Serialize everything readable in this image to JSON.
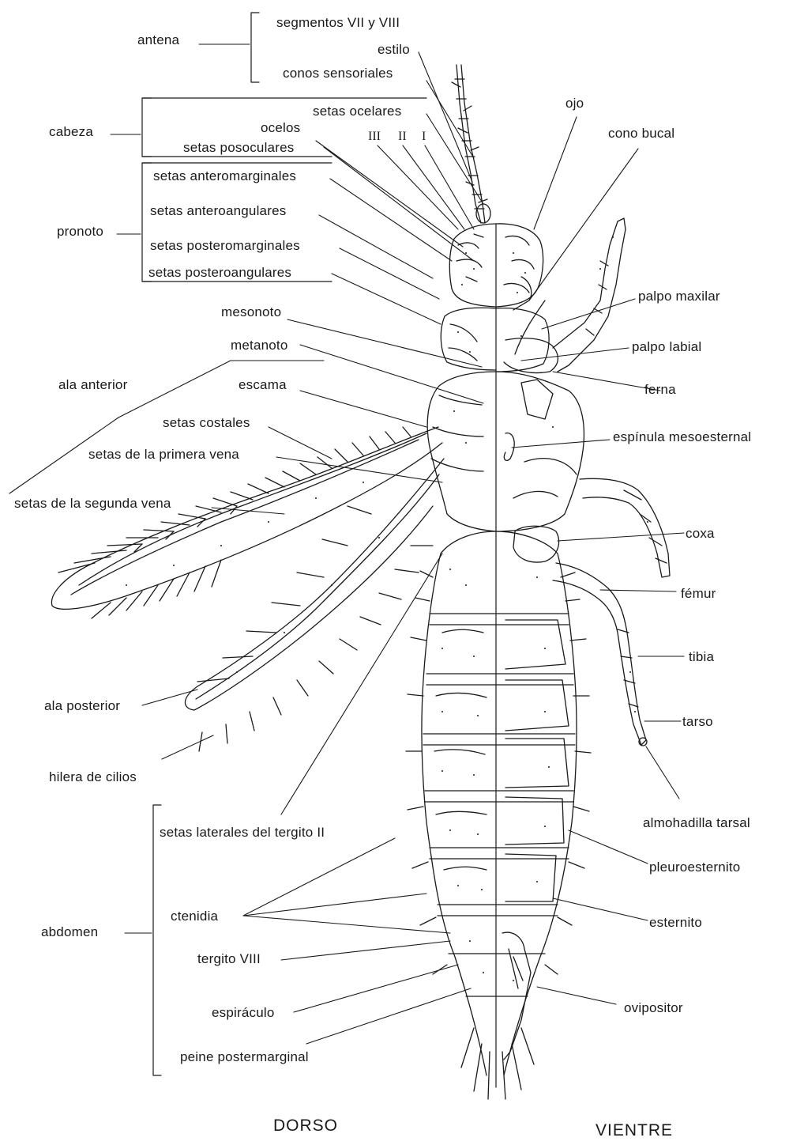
{
  "labels": {
    "antena": "antena",
    "segmentos": "segmentos VII y VIII",
    "estilo": "estilo",
    "conos": "conos sensoriales",
    "cabeza": "cabeza",
    "setas_ocelares": "setas ocelares",
    "ocelos": "ocelos",
    "roman_iii": "III",
    "roman_ii": "II",
    "roman_i": "I",
    "setas_posoculares": "setas posoculares",
    "pronoto": "pronoto",
    "setas_anteromarginales": "setas anteromarginales",
    "setas_anteroangulares": "setas anteroangulares",
    "setas_posteromarginales": "setas posteromarginales",
    "setas_posteroangulares": "setas posteroangulares",
    "mesonoto": "mesonoto",
    "metanoto": "metanoto",
    "ala_anterior": "ala anterior",
    "escama": "escama",
    "setas_costales": "setas costales",
    "setas_primera_vena": "setas de la primera vena",
    "setas_segunda_vena": "setas de la segunda vena",
    "ala_posterior": "ala posterior",
    "hilera_cilios": "hilera de cilios",
    "setas_laterales": "setas laterales del tergito II",
    "abdomen": "abdomen",
    "ctenidia": "ctenidia",
    "tergito_viii": "tergito VIII",
    "espiraculo": "espiráculo",
    "peine": "peine postermarginal",
    "ojo": "ojo",
    "cono_bucal": "cono bucal",
    "palpo_maxilar": "palpo maxilar",
    "palpo_labial": "palpo labial",
    "ferna": "ferna",
    "espinula": "espínula mesoesternal",
    "coxa": "coxa",
    "femur": "fémur",
    "tibia": "tibia",
    "tarso": "tarso",
    "almohadilla": "almohadilla tarsal",
    "pleuroesternito": "pleuroesternito",
    "esternito": "esternito",
    "ovipositor": "ovipositor"
  },
  "footer": {
    "dorso": "DORSO",
    "vientre": "VIENTRE"
  }
}
